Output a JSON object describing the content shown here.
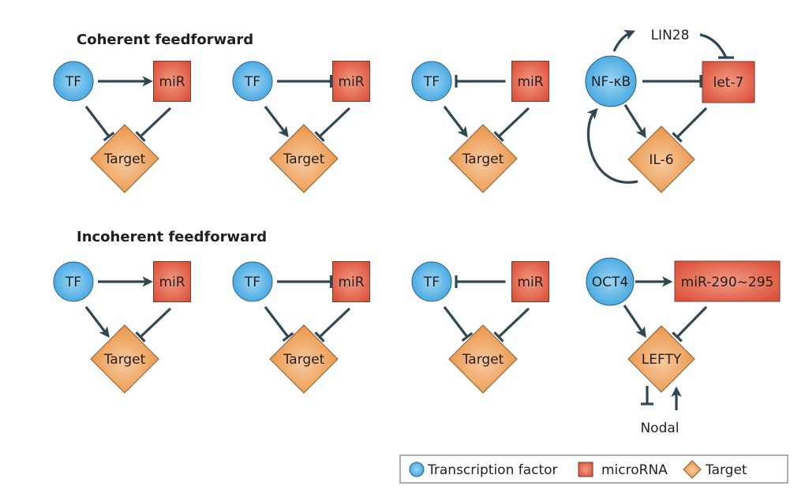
{
  "colors": {
    "transcription_factor": "#4fb0e6",
    "microrna": "#e05a43",
    "target": "#ec9a4c",
    "edge": "#2f4752",
    "text": "#231f20"
  },
  "sections": [
    {
      "title": "Coherent feedforward",
      "motifs": [
        {
          "tf": "TF",
          "mir": "miR",
          "target": "Target",
          "tf_mir": "activation",
          "tf_target": "inhibition",
          "mir_target": "inhibition"
        },
        {
          "tf": "TF",
          "mir": "miR",
          "target": "Target",
          "tf_mir": "inhibition",
          "tf_target": "activation",
          "mir_target": "inhibition"
        },
        {
          "tf": "TF",
          "mir": "miR",
          "target": "Target",
          "mir_tf": "inhibition",
          "tf_target": "activation",
          "mir_target": "inhibition"
        },
        {
          "tf": "NF-κB",
          "mir": "let-7",
          "target": "IL-6",
          "tf_mir": "inhibition",
          "tf_target": "activation",
          "mir_target": "inhibition",
          "extra_node": "LIN28",
          "tf_extra": "activation",
          "extra_mir": "inhibition",
          "target_tf": "activation"
        }
      ]
    },
    {
      "title": "Incoherent feedforward",
      "motifs": [
        {
          "tf": "TF",
          "mir": "miR",
          "target": "Target",
          "tf_mir": "activation",
          "tf_target": "activation",
          "mir_target": "inhibition"
        },
        {
          "tf": "TF",
          "mir": "miR",
          "target": "Target",
          "tf_mir": "inhibition",
          "tf_target": "inhibition",
          "mir_target": "inhibition"
        },
        {
          "tf": "TF",
          "mir": "miR",
          "target": "Target",
          "mir_tf": "inhibition",
          "tf_target": "inhibition",
          "mir_target": "inhibition"
        },
        {
          "tf": "OCT4",
          "mir": "miR-290~295",
          "target": "LEFTY",
          "tf_mir": "activation",
          "tf_target": "activation",
          "mir_target": "inhibition",
          "extra_node": "Nodal",
          "target_extra": "inhibition",
          "extra_target": "activation"
        }
      ]
    }
  ],
  "legend": {
    "items": [
      {
        "shape": "circle",
        "label": "Transcription factor"
      },
      {
        "shape": "square",
        "label": "microRNA"
      },
      {
        "shape": "diamond",
        "label": "Target"
      }
    ]
  }
}
